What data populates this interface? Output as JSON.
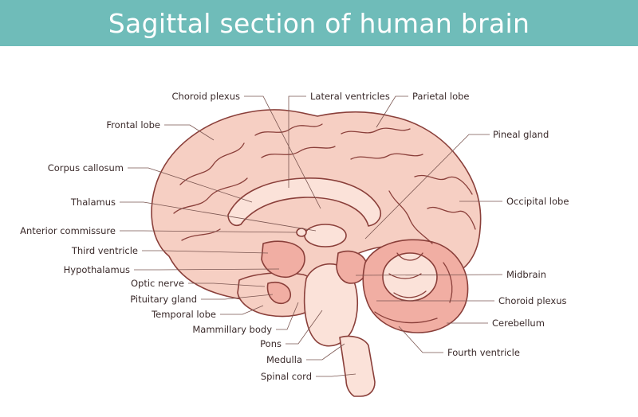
{
  "title": "Sagittal section of human brain",
  "colors": {
    "header_bg": "#6fbcb9",
    "header_text": "#ffffff",
    "cortex": "#f6cfc3",
    "cortex_light": "#fbe2d9",
    "deep": "#f1aea3",
    "outline": "#8a3f3a",
    "label": "#3a2a2a"
  },
  "labels": {
    "left": [
      "Frontal lobe",
      "Corpus callosum",
      "Thalamus",
      "Anterior commissure",
      "Third ventricle",
      "Hypothalamus",
      "Optic nerve",
      "Pituitary gland",
      "Temporal lobe",
      "Mammillary body",
      "Pons",
      "Medulla",
      "Spinal cord"
    ],
    "top": [
      "Choroid plexus",
      "Lateral ventricles",
      "Parietal lobe"
    ],
    "right": [
      "Pineal gland",
      "Occipital lobe",
      "Midbrain",
      "Choroid plexus",
      "Cerebellum",
      "Fourth ventricle"
    ]
  }
}
